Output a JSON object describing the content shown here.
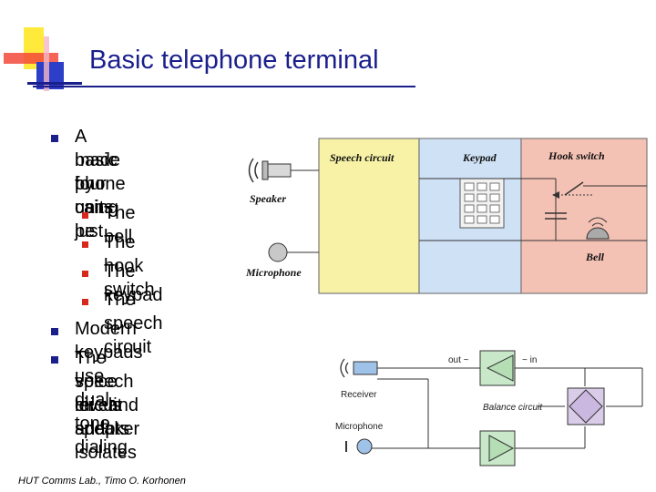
{
  "slide": {
    "title": "Basic telephone terminal",
    "footer": "HUT Comms Lab., Timo O. Korhonen"
  },
  "bullets": [
    {
      "lines": [
        "A basic phone can be",
        "made by using just",
        "four units"
      ]
    },
    {
      "lines": [
        "Modern keypads use dual-tone dialing"
      ]
    },
    {
      "lines": [
        "The speech circuit adapts",
        "voice levels and isolates",
        "mic and speaker"
      ]
    }
  ],
  "sub_bullets": [
    "The bell",
    "The hook switch",
    "The keypad",
    "The speech circuit"
  ],
  "figure_top": {
    "speech_circuit_label": "Speech circuit",
    "keypad_label": "Keypad",
    "hook_switch_label": "Hook switch",
    "bell_label": "Bell",
    "speaker_label": "Speaker",
    "microphone_label": "Microphone",
    "colors": {
      "speech": "#f7f2a6",
      "keypad": "#cfe2f5",
      "hook": "#f4c2b4"
    }
  },
  "figure_bottom": {
    "receiver_label": "Receiver",
    "microphone_label": "Microphone",
    "out_label": "out ~",
    "in_label": "~ in",
    "balance_label": "Balance circuit",
    "colors": {
      "amp": "#c9e8c9",
      "balance": "#d9cce8"
    }
  }
}
